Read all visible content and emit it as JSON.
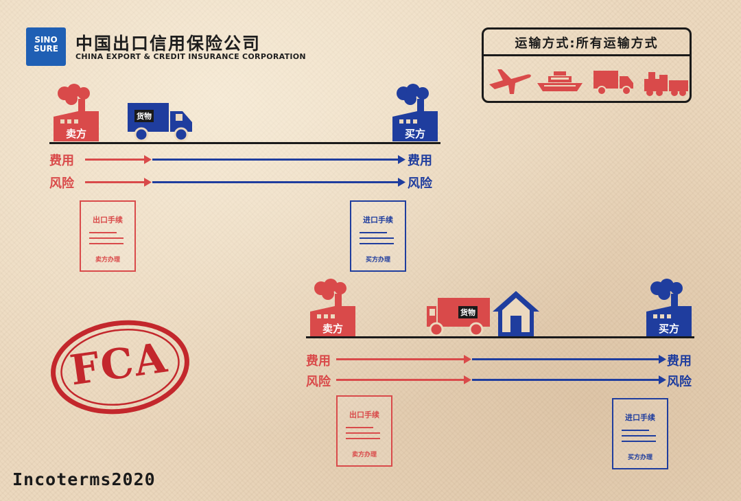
{
  "logo": {
    "badge_line1": "SINO",
    "badge_line2": "SURE",
    "name_cn": "中国出口信用保险公司",
    "name_en": "CHINA EXPORT & CREDIT INSURANCE CORPORATION"
  },
  "transport": {
    "title": "运输方式:所有运输方式",
    "icons": [
      "airplane-icon",
      "ship-icon",
      "truck-icon",
      "train-icon"
    ]
  },
  "diagram1": {
    "seller": "卖方",
    "buyer": "买方",
    "cargo": "货物",
    "cost_left": "费用",
    "cost_right": "费用",
    "risk_left": "风险",
    "risk_right": "风险",
    "export_doc": {
      "title": "出口手续",
      "signer": "卖方办理"
    },
    "import_doc": {
      "title": "进口手续",
      "signer": "买方办理"
    }
  },
  "diagram2": {
    "seller": "卖方",
    "buyer": "买方",
    "cargo": "货物",
    "cost_left": "费用",
    "cost_right": "费用",
    "risk_left": "风险",
    "risk_right": "风险",
    "export_doc": {
      "title": "出口手续",
      "signer": "卖方办理"
    },
    "import_doc": {
      "title": "进口手续",
      "signer": "买方办理"
    }
  },
  "stamp": "FCA",
  "footer": "Incoterms2020",
  "colors": {
    "seller_red": "#d94a4a",
    "buyer_blue": "#1f3d9e",
    "stamp_red": "#c3272c"
  }
}
